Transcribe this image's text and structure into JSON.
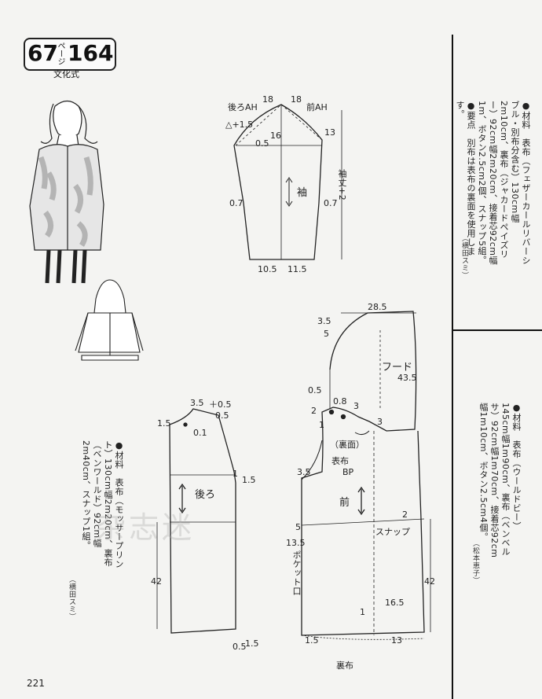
{
  "header": {
    "model_number": "67",
    "page_label": "ページ",
    "page_number": "164",
    "subtitle": "文化式"
  },
  "materials_top_right": {
    "text": "●材料　表布（フェザーカールリバーシブル・別布分含む）130cm幅2m10cm、裏布（ジャカードペイズリー）92cm幅2m20cm、接着芯92cm幅1m、ボタン2.5cm2個、スナップ5組。●要点　別布は表布の裏面を使用します。",
    "credit": "（横田スミ）"
  },
  "materials_bottom_right": {
    "text": "●材料　表布（ウールドビー）145cm幅1m90cm、裏布（ベンベルサ）92cm幅1m70cm、接着芯92cm幅1m10cm、ボタン2.5cm4個。",
    "credit": "（松本恵子）"
  },
  "materials_left": {
    "text": "●材料　表布（モッサープリント）130cm幅2m20cm、裏布（ベンワールド）92cm幅2m40cm、スナップ1組。",
    "credit": "（横田スミ）"
  },
  "sleeve_labels": {
    "back_ah": "後ろAH",
    "front_ah": "前AH",
    "top_left": "18",
    "top_right": "18",
    "inner": "16",
    "plus15": "△+1.5",
    "d05": "0.5",
    "d13": "13",
    "d07l": "0.7",
    "d07r": "0.7",
    "sleeve": "袖",
    "sleeve_length": "袖丈+2",
    "bottom_left": "10.5",
    "bottom_right": "11.5"
  },
  "back_labels": {
    "d35": "3.5",
    "plus05": "＋0.5",
    "d15a": "1.5",
    "d05": "0.5",
    "d01": "0.1",
    "d15b": "1.5",
    "d1": "1",
    "back": "後ろ",
    "d42": "42",
    "d05b": "0.5",
    "d15c": "1.5"
  },
  "front_labels": {
    "d285": "28.5",
    "d35": "3.5",
    "d5": "5",
    "hood": "フード",
    "d435": "43.5",
    "d05": "0.5",
    "d08": "0.8",
    "d2": "2",
    "d3a": "3",
    "d3b": "3",
    "d1": "1",
    "reverse": "（裏面）",
    "facing": "表布",
    "bp": "BP",
    "d35b": "3.5",
    "front": "前",
    "d2b": "2",
    "d5b": "5",
    "snap": "スナップ",
    "d135": "13.5",
    "pocket": "ポケット口",
    "d42": "42",
    "d1b": "1",
    "d165": "16.5",
    "d15": "1.5",
    "d13": "13",
    "lining": "裏布"
  },
  "watermark": "杂志迷",
  "page_number": "221"
}
